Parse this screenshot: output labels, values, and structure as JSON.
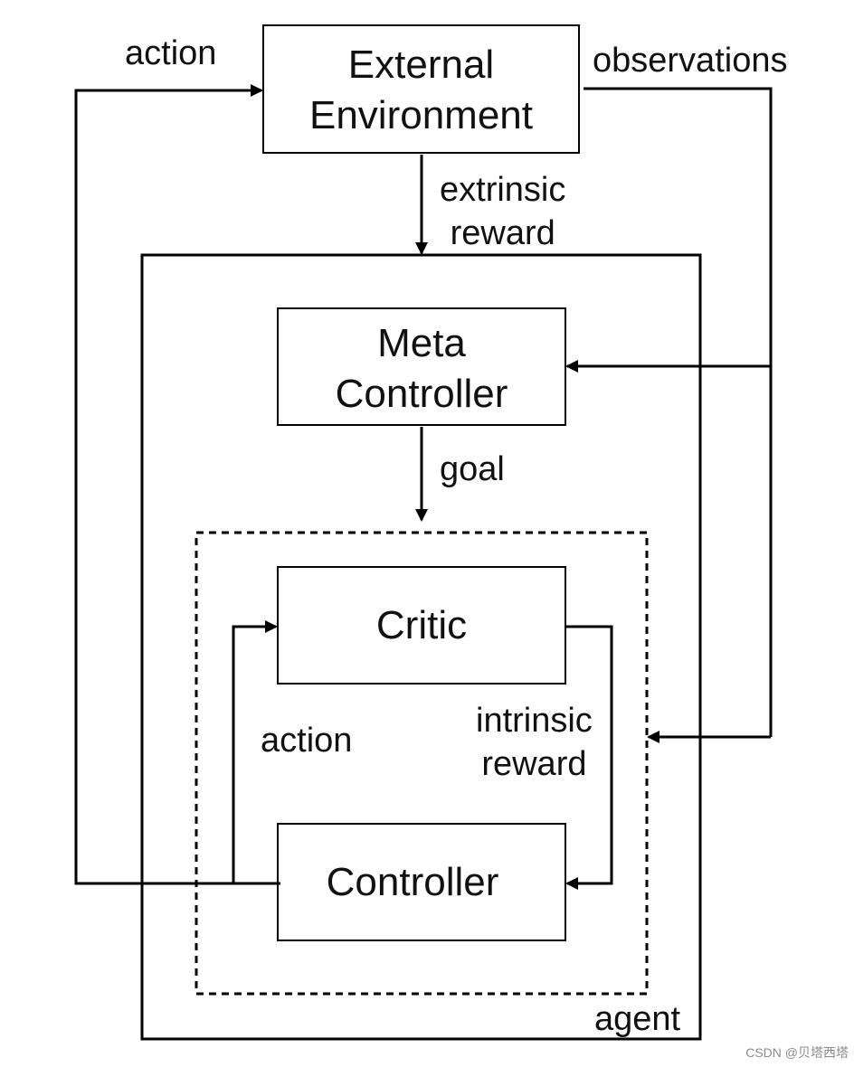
{
  "nodes": {
    "external_environment": {
      "line1": "External",
      "line2": "Environment"
    },
    "meta_controller": {
      "line1": "Meta",
      "line2": "Controller"
    },
    "critic": {
      "label": "Critic"
    },
    "controller": {
      "label": "Controller"
    },
    "agent": {
      "label": "agent"
    }
  },
  "edges": {
    "action_outer": "action",
    "observations": "observations",
    "extrinsic_reward": {
      "line1": "extrinsic",
      "line2": "reward"
    },
    "goal": "goal",
    "action_inner": "action",
    "intrinsic_reward": {
      "line1": "intrinsic",
      "line2": "reward"
    }
  },
  "watermark": "CSDN @贝塔西塔"
}
